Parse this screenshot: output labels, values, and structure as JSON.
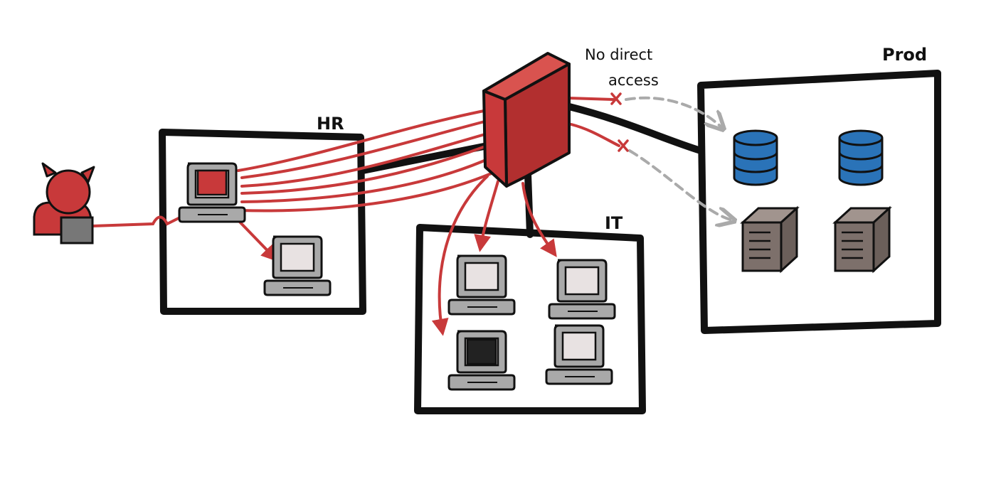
{
  "zones": {
    "hr": {
      "label": "HR"
    },
    "it": {
      "label": "IT"
    },
    "prod": {
      "label": "Prod"
    }
  },
  "annotation": {
    "line1": "No direct",
    "line2": "access"
  },
  "icons": {
    "attacker": "devil-hacker-icon",
    "firewall": "firewall-icon",
    "workstation": "computer-icon",
    "database": "database-icon",
    "server": "server-icon",
    "blocked": "x-mark-icon"
  },
  "colors": {
    "attack_path": "#c8393a",
    "blocked_path": "#aaaaaa",
    "network_link": "#111111",
    "compromised_screen": "#c8393a",
    "database": "#2a73b8",
    "server": "#7d706b",
    "computer_body": "#a9a9a9"
  }
}
